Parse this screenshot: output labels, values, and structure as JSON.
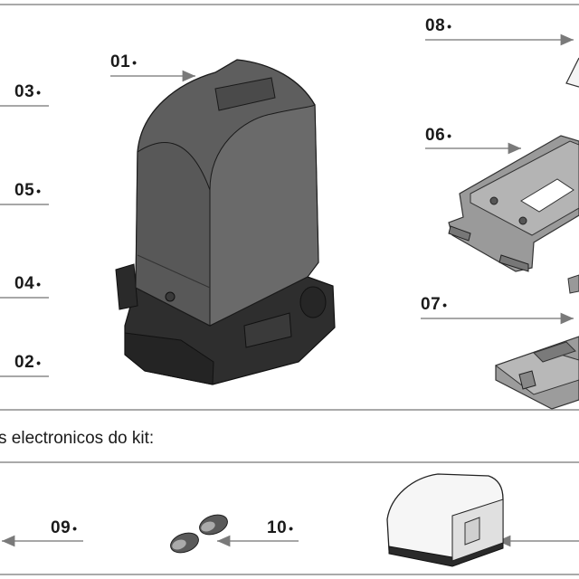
{
  "parts_top": [
    {
      "id": "motor",
      "number": "01"
    },
    {
      "id": "base-part",
      "number": "02"
    },
    {
      "id": "left-part-03",
      "number": "03"
    },
    {
      "id": "left-part-04",
      "number": "04"
    },
    {
      "id": "left-part-05",
      "number": "05"
    },
    {
      "id": "mounting-plate",
      "number": "06"
    },
    {
      "id": "fixing-bracket",
      "number": "07"
    },
    {
      "id": "top-right-part",
      "number": "08"
    }
  ],
  "section_heading": "s electronicos do kit:",
  "parts_bottom": [
    {
      "id": "part-09",
      "number": "09"
    },
    {
      "id": "remote-controls",
      "number": "10"
    }
  ],
  "colors": {
    "frame": "#a9a9a9",
    "motor_body": "#5c5c5c",
    "motor_base": "#2b2b2b",
    "metal": "#8f8f8f"
  }
}
